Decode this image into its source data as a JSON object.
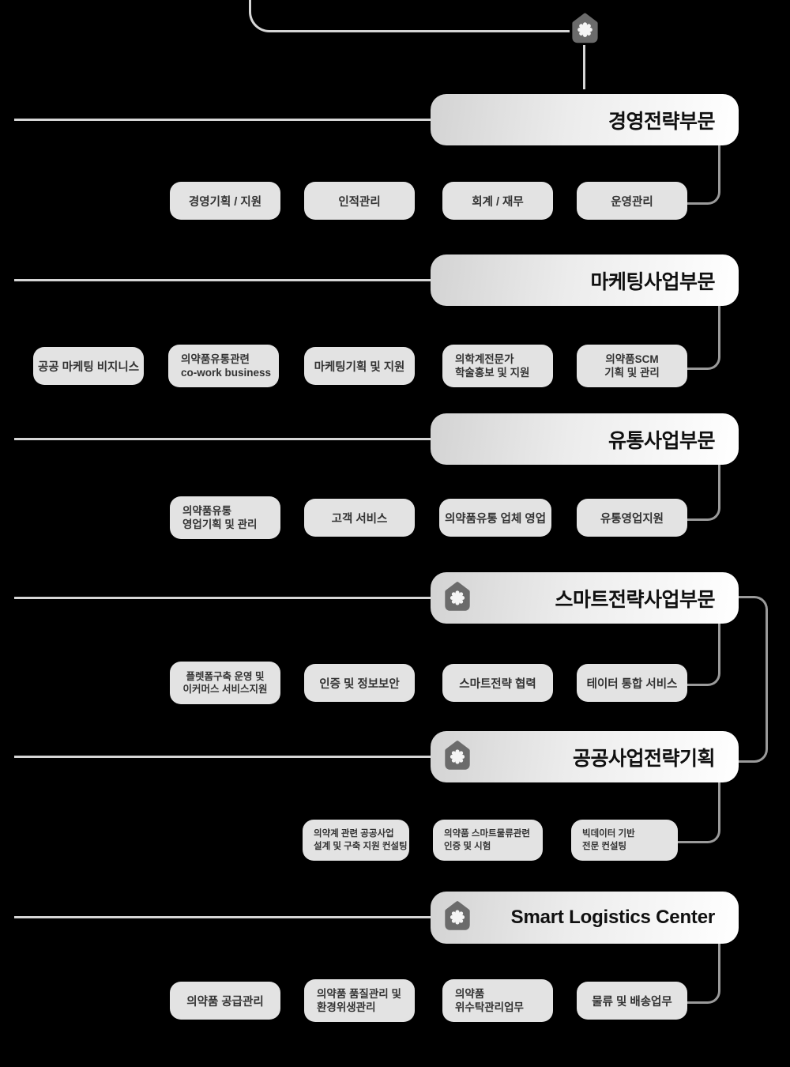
{
  "colors": {
    "background": "#000000",
    "rail_line": "#d6d6d6",
    "elbow_line": "#9a9a9a",
    "division_gradient_start": "#d3d3d3",
    "division_gradient_end": "#ffffff",
    "department_bg": "#e3e3e3",
    "icon_gray": "#6b6b6b"
  },
  "root": {
    "icon": "home-gear-icon"
  },
  "divisions": [
    {
      "title": "경영전략부문",
      "departments": [
        {
          "line1": "경영기획 / 지원"
        },
        {
          "line1": "인적관리"
        },
        {
          "line1": "회계 / 재무"
        },
        {
          "line1": "운영관리"
        }
      ]
    },
    {
      "title": "마케팅사업부문",
      "departments": [
        {
          "line1": "공공 마케팅 비지니스"
        },
        {
          "line1": "의약품유통관련",
          "line2": "co-work business"
        },
        {
          "line1": "마케팅기획 및 지원"
        },
        {
          "line1": "의학계전문가",
          "line2": "학술홍보 및 지원"
        },
        {
          "line1": "의약품SCM",
          "line2": "기획 및 관리"
        }
      ]
    },
    {
      "title": "유통사업부문",
      "departments": [
        {
          "line1": "의약품유통",
          "line2": "영업기획 및 관리"
        },
        {
          "line1": "고객 서비스"
        },
        {
          "line1": "의약품유통 업체 영업"
        },
        {
          "line1": "유통영업지원"
        }
      ]
    },
    {
      "title": "스마트전략사업부문",
      "departments": [
        {
          "line1": "플렛폼구축 운영 및",
          "line2": "이커머스 서비스지원"
        },
        {
          "line1": "인증 및 정보보안"
        },
        {
          "line1": "스마트전략 협력"
        },
        {
          "line1": "테이터 통합 서비스"
        }
      ]
    },
    {
      "title": "공공사업전략기획",
      "departments": [
        {
          "line1": "의약계 관련 공공사업",
          "line2": "설계 및 구축 지원 컨설팅"
        },
        {
          "line1": "의약품 스마트물류관련",
          "line2": "인증 및 시험"
        },
        {
          "line1": "빅데이터 기반",
          "line2": "전문 컨설팅"
        }
      ]
    },
    {
      "title": "Smart Logistics Center",
      "departments": [
        {
          "line1": "의약품 공급관리"
        },
        {
          "line1": "의약품 품질관리 및",
          "line2": "환경위생관리"
        },
        {
          "line1": "의약품",
          "line2": "위수탁관리업무"
        },
        {
          "line1": "물류 및 배송업무"
        }
      ]
    }
  ]
}
